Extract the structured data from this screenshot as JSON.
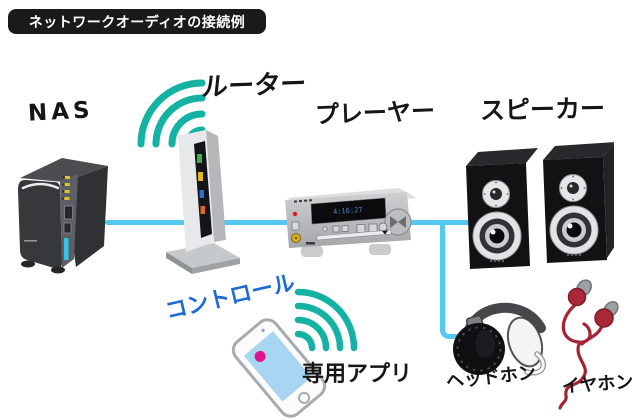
{
  "title": "ネットワークオーディオの接続例",
  "devices": {
    "nas": {
      "label": "NAS"
    },
    "router": {
      "label": "ルーター"
    },
    "player": {
      "label": "プレーヤー",
      "display": "4:16:27"
    },
    "speakers": {
      "label": "スピーカー"
    },
    "smartphone": {
      "label_control": "コントロール",
      "label_app": "専用アプリ"
    },
    "headphones": {
      "label": "ヘッドホン"
    },
    "earphones": {
      "label": "イヤホン"
    }
  },
  "connections": [
    {
      "from": "nas",
      "to": "router",
      "type": "wired-lan"
    },
    {
      "from": "router",
      "to": "player",
      "type": "wired-lan"
    },
    {
      "from": "player",
      "to": "speakers",
      "type": "wired"
    },
    {
      "from": "player",
      "to": "headphones",
      "type": "wired"
    },
    {
      "from": "smartphone",
      "to": "router",
      "type": "wifi"
    }
  ],
  "icons": {
    "router_wifi": "wifi-waves-icon",
    "phone_wifi": "wifi-waves-icon"
  },
  "colors": {
    "connection_line": "#55c8f2",
    "wifi_wave": "#14b2a2",
    "control_label": "#1d6cd2",
    "earphone_red": "#a82837",
    "title_bg": "#1a1a1a",
    "title_text": "#ffffff",
    "nas_led_yellow": "#e3c51f",
    "router_led_green": "#3cb04a",
    "router_led_yellow": "#dfbb1d",
    "router_led_blue": "#2e6cd6",
    "router_led_orange": "#e2661a",
    "phone_screen": "#a8d5f1",
    "phone_dot": "#e5118a"
  }
}
